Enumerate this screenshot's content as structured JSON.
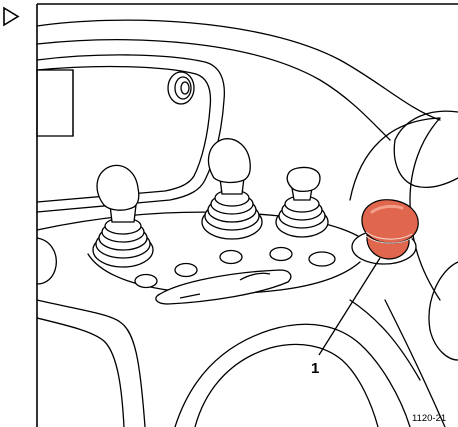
{
  "figure": {
    "callouts": [
      {
        "label": "1",
        "target": "red-mushroom-button"
      }
    ],
    "figure_code": "1120-21",
    "marker_icon": "triangle-right-icon",
    "colors": {
      "button_red": "#e0664d",
      "button_highlight": "#f2a08c",
      "line": "#000000",
      "background": "#ffffff"
    }
  }
}
